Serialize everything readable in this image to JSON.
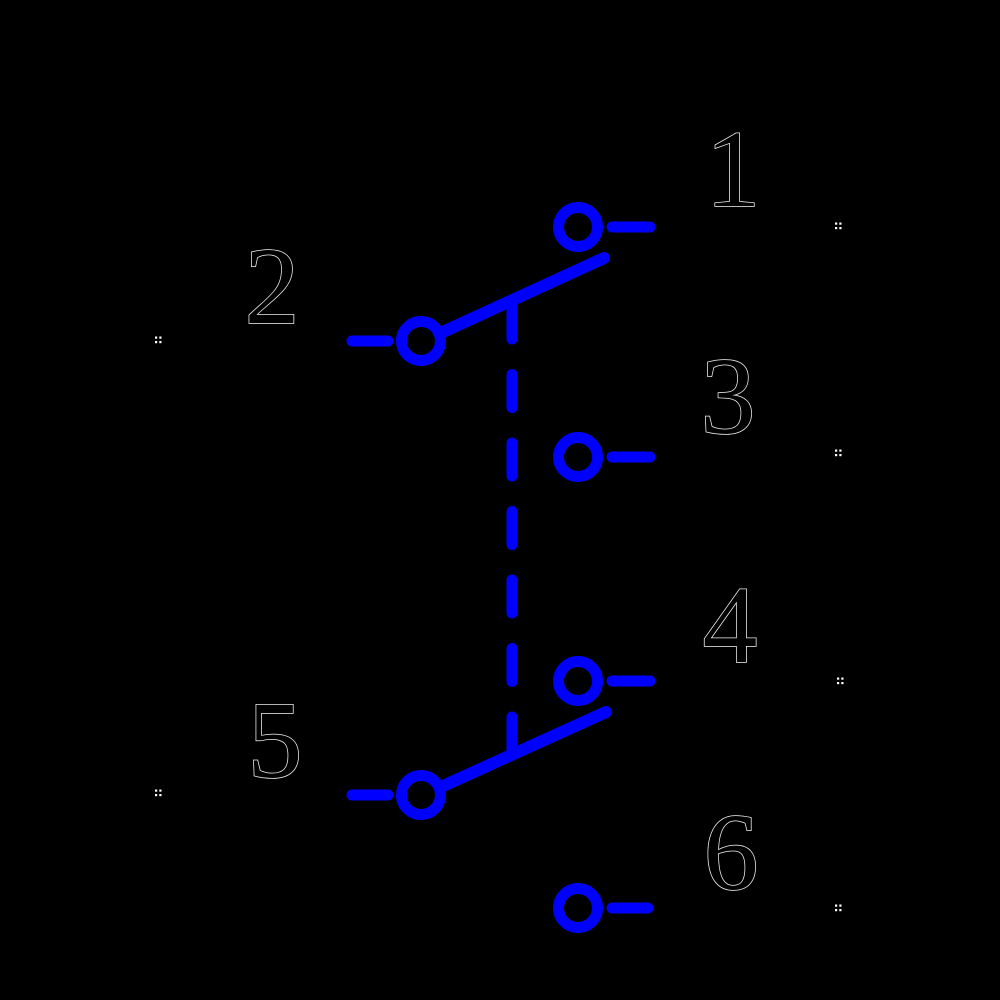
{
  "diagram": {
    "kind_hint": "switch-schematic",
    "colors": {
      "background": "#000000",
      "schematic_blue": "#0000ff",
      "label_fill": "#000000",
      "label_outline": "#f0f0f0",
      "pin_mark": "#ffffff"
    },
    "terminals": [
      {
        "label": "1"
      },
      {
        "label": "2"
      },
      {
        "label": "3"
      },
      {
        "label": "4"
      },
      {
        "label": "5"
      },
      {
        "label": "6"
      }
    ],
    "connections": {
      "lever_top": {
        "from_terminal": "2",
        "toward_terminal": "1"
      },
      "lever_bottom": {
        "from_terminal": "5",
        "toward_terminal": "4"
      },
      "linkage": "dashed-line-between-levers"
    },
    "pin_marks": {
      "glyph": "::",
      "count": 6
    }
  }
}
